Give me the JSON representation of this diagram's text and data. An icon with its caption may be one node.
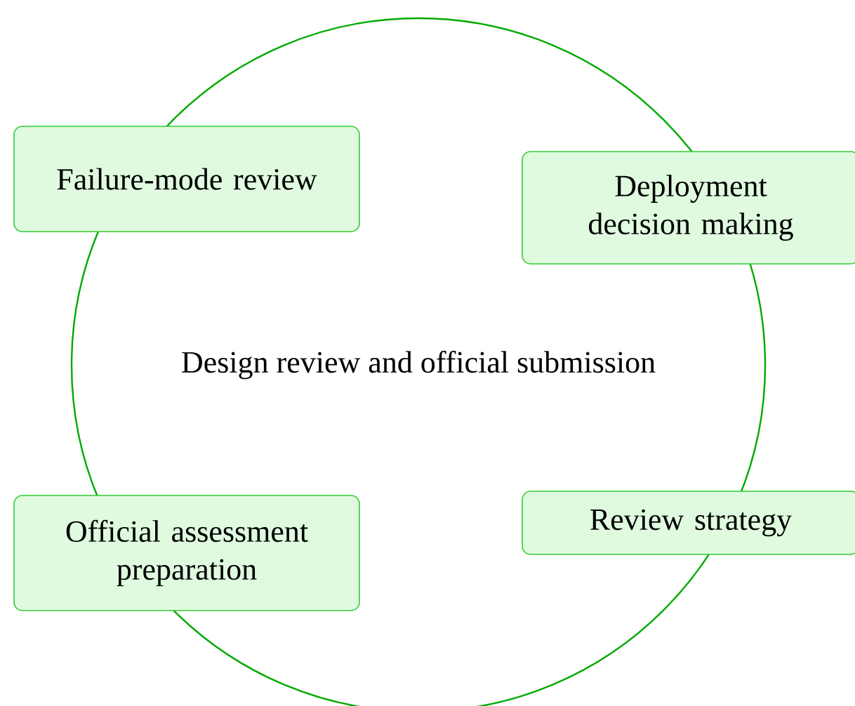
{
  "diagram": {
    "nodes": [
      {
        "text": [
          "Design review and official submission"
        ]
      },
      {
        "text": [
          "Failure-mode review"
        ]
      },
      {
        "text": [
          "Deployment decision making"
        ]
      },
      {
        "text": [
          "Review strategy"
        ]
      },
      {
        "text": [
          "Official assessment preparation"
        ]
      }
    ]
  }
}
